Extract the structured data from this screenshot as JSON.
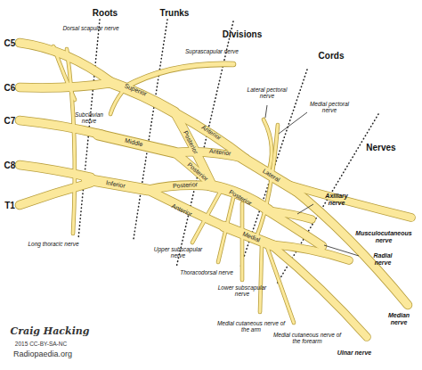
{
  "diagram": {
    "labels": [
      "Roots",
      "Trunks",
      "Divisions",
      "Cords",
      "Nerves",
      "C5",
      "C6",
      "C7",
      "C8",
      "T1",
      "Dorsal scapular nerve",
      "Superior",
      "Suprascapular nerve",
      "Subclavian nerve",
      "Anterior",
      "Posterior",
      "Middle",
      "Anterior",
      "Posterior",
      "Lateral pectoral nerve",
      "Lateral",
      "Medial pectoral nerve",
      "Inferior",
      "Posterior",
      "Anterior",
      "Posterior",
      "Medial",
      "Axillary nerve",
      "Musculocutaneous nerve",
      "Radial nerve",
      "Median nerve",
      "Ulnar nerve",
      "Long thoracic nerve",
      "Upper subscapular nerve",
      "Thoracodorsal nerve",
      "Lower subscapular nerve",
      "Medial cutaneous nerve of the arm",
      "Medial cutaneous nerve of the forearm",
      "Craig Hacking",
      "2015 CC-BY-SA-NC",
      "Radiopaedia.org"
    ]
  }
}
